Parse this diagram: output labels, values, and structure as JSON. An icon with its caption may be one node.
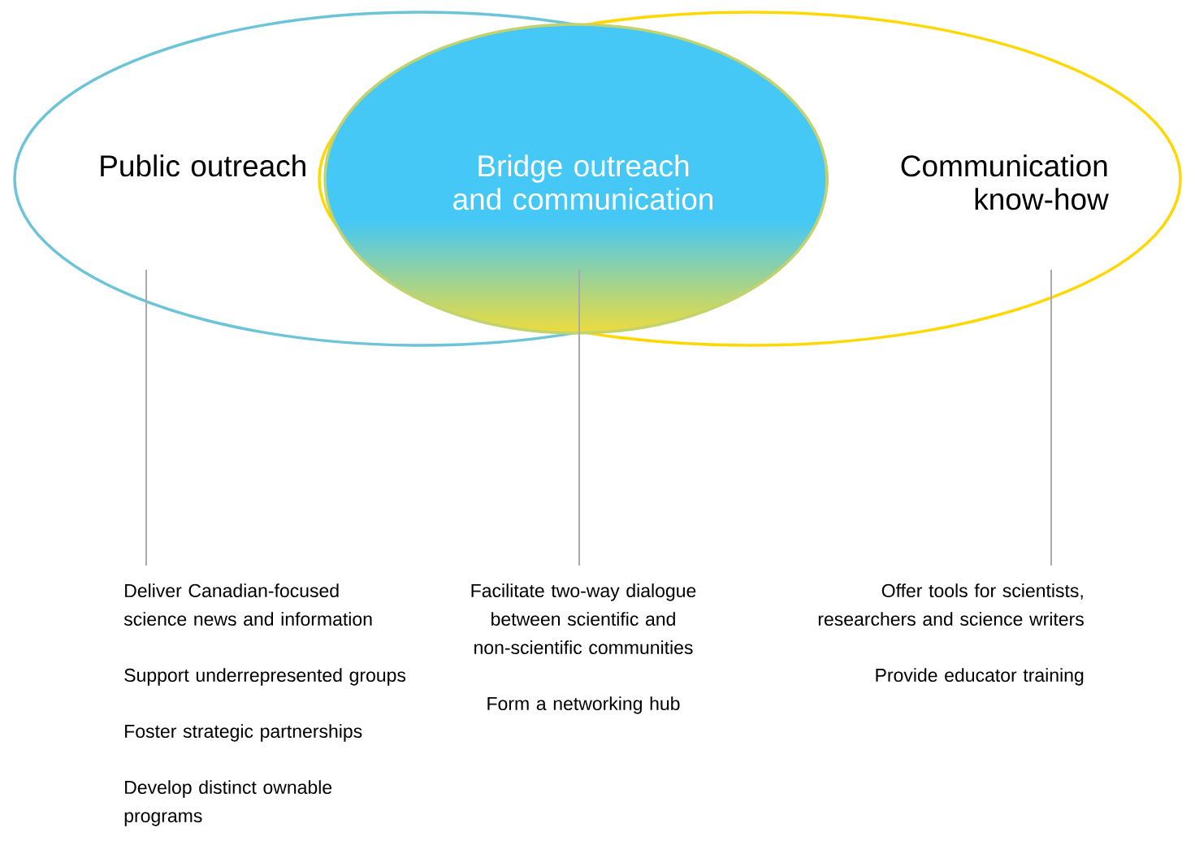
{
  "diagram": {
    "nodes": [
      {
        "text": [
          "Public outreach"
        ]
      },
      {
        "text": [
          "Bridge outreach and communication"
        ]
      },
      {
        "text": [
          "Communication know-how"
        ]
      },
      {
        "text": [
          "Deliver Canadian-focused science news and information",
          "Support underrepresented groups",
          "Foster strategic partnerships",
          "Develop distinct ownable programs"
        ]
      },
      {
        "text": [
          "Facilitate two-way dialogue between scientific and non-scientific communities",
          "Form a networking hub"
        ]
      },
      {
        "text": [
          "Offer tools for scientists, researchers and science writers",
          "Provide educator training"
        ]
      }
    ],
    "edges": [
      {
        "from": 0,
        "to": 3,
        "arrow": "none"
      },
      {
        "from": 1,
        "to": 4,
        "arrow": "none"
      },
      {
        "from": 2,
        "to": 5,
        "arrow": "none"
      }
    ]
  }
}
